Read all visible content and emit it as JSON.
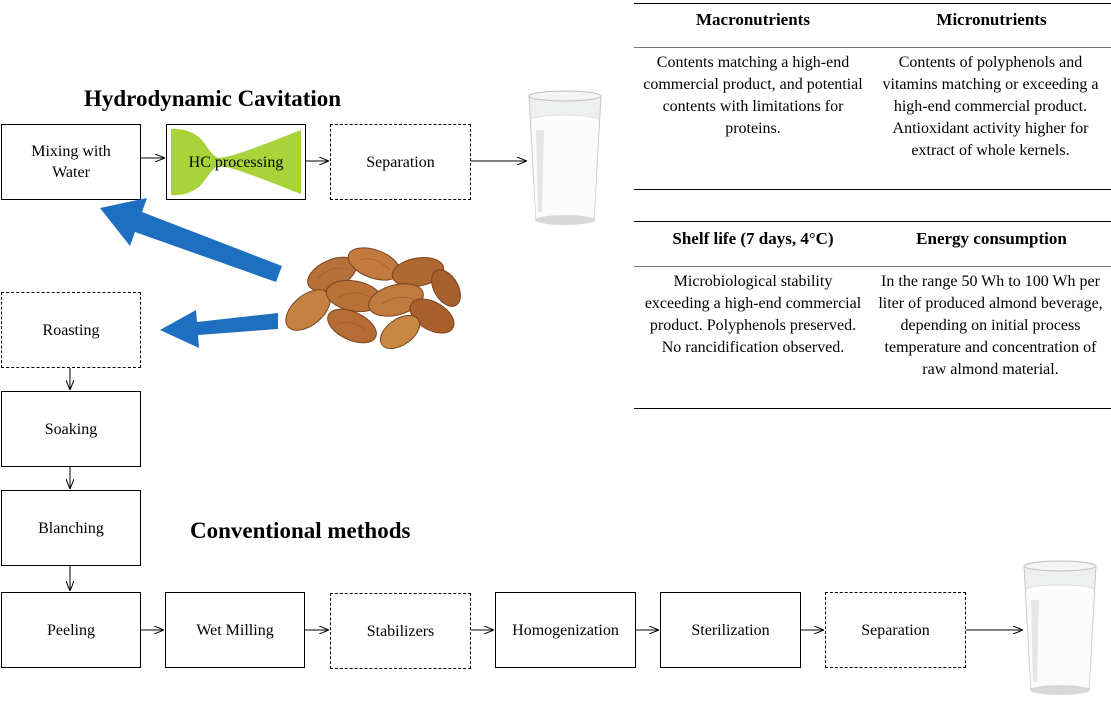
{
  "hc_title": "Hydrodynamic Cavitation",
  "conv_title": "Conventional methods",
  "hc_steps": {
    "mixing": "Mixing with Water",
    "hc_processing": "HC processing",
    "separation": "Separation"
  },
  "conv_steps": {
    "roasting": "Roasting",
    "soaking": "Soaking",
    "blanching": "Blanching",
    "peeling": "Peeling",
    "wet_milling": "Wet Milling",
    "stabilizers": "Stabilizers",
    "homogenization": "Homogenization",
    "sterilization": "Sterilization",
    "separation": "Separation"
  },
  "table1": {
    "headers": [
      "Macronutrients",
      "Micronutrients"
    ],
    "cells": [
      "Contents matching a high-end commercial product, and potential contents with limitations for proteins.",
      "Contents of polyphenols and vitamins matching or exceeding a high-end commercial product. Antioxidant activity higher for extract of whole kernels."
    ]
  },
  "table2": {
    "headers": [
      "Shelf life (7 days, 4°C)",
      "Energy consumption"
    ],
    "cells": [
      "Microbiological stability exceeding a high-end commercial product. Polyphenols preserved. No rancidification observed.",
      "In the range 50 Wh to 100 Wh per liter of produced almond beverage, depending on initial process temperature and concentration of raw almond material."
    ]
  },
  "colors": {
    "hc_fill": "#a8d43a",
    "blue_arrow": "#1f6fc0",
    "almond": "#b8703a"
  },
  "icons": [
    "glass-of-milk-icon",
    "almonds-icon"
  ]
}
